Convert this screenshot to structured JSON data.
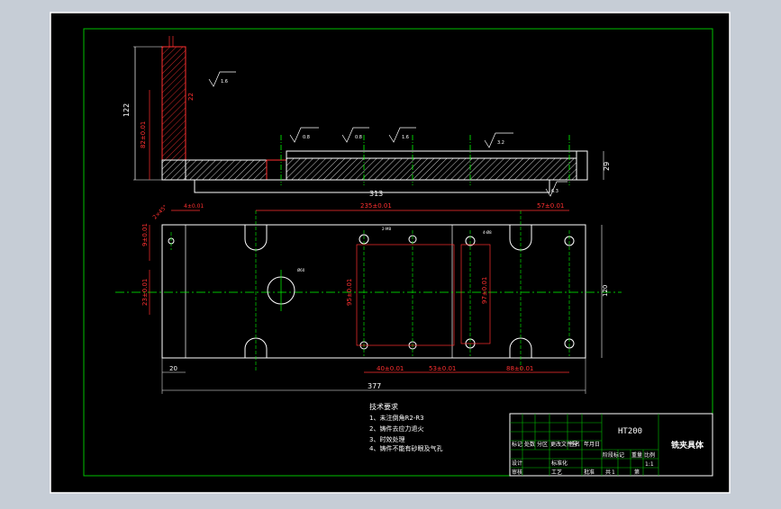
{
  "drawing": {
    "title_block": {
      "material": "HT200",
      "part_name": "铣夹具体",
      "scale": "1:1",
      "sheet_count_label": "1",
      "row_labels": [
        "标记",
        "处数",
        "分区",
        "更改文件号",
        "签名",
        "年月日"
      ],
      "designer_label": "设计",
      "standard_label": "标准化",
      "stage_label": "阶段标记",
      "weight_label": "重量",
      "scale_label": "比例",
      "audit_label": "审核",
      "process_label": "工艺",
      "approve_label": "批准",
      "sheet_label": "共",
      "page_label": "第"
    },
    "notes": {
      "heading": "技术要求",
      "items": [
        "1、未注倒角R2-R3",
        "2、铸件去应力退火",
        "3、时效处理",
        "4、铸件不能有砂眼及气孔"
      ]
    },
    "top_view_dims": {
      "height_total": "122",
      "height_inner": "82±0.01",
      "length": "313",
      "thickness": "29",
      "web": "22",
      "roughness_1": "1.6",
      "roughness_2": "0.8",
      "roughness_3": "0.8",
      "roughness_4": "1.6",
      "roughness_5": "3.2",
      "roughness_6": "6.3"
    },
    "plan_view_dims": {
      "overall_length": "377",
      "overall_width": "120",
      "hole_span": "235±0.01",
      "hole_offset_right": "57±0.01",
      "left_offset": "4±0.01",
      "left_edge": "20",
      "lower_a": "40±0.01",
      "lower_b": "53±0.01",
      "lower_c": "88±0.01",
      "vert_a": "95±0.01",
      "vert_b": "97±0.01",
      "vert_left_a": "9±0.01",
      "vert_left_b": "23±0.01",
      "chamfer": "2×45°",
      "hole_note_1": "2-M8",
      "hole_note_2": "4-Ø8",
      "center_hole": "Ø60"
    }
  }
}
